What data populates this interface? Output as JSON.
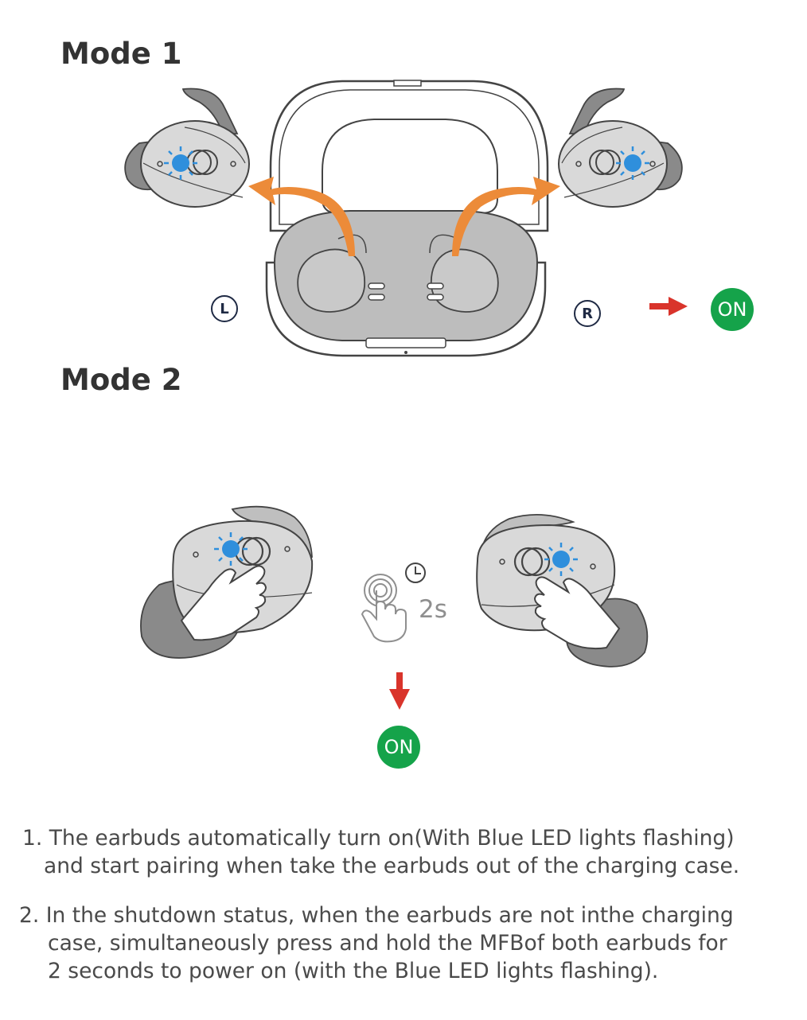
{
  "modes": [
    {
      "title": "Mode 1"
    },
    {
      "title": "Mode 2"
    }
  ],
  "side_labels": {
    "left": "L",
    "right": "R"
  },
  "status": {
    "on_label": "ON"
  },
  "hold": {
    "duration": "2s"
  },
  "colors": {
    "led_blue": "#2f8fdc",
    "arrow_orange": "#ec8b39",
    "arrow_red": "#d9342b",
    "on_green": "#15a34a",
    "earbud_gray": "#d9d9d9",
    "tip_gray": "#8a8a8a"
  },
  "icons": [
    "clock-icon",
    "press-finger-icon",
    "hand-press-icon",
    "led-flash-icon"
  ],
  "instructions": [
    {
      "line1": "1. The earbuds automatically turn on(With Blue LED lights flashing)",
      "line2": "and start pairing when take the earbuds out of the charging case."
    },
    {
      "line1": "2. In the shutdown status, when the earbuds are not inthe charging",
      "line2": "case, simultaneously press and hold the MFBof both earbuds for",
      "line3": "2 seconds to power on (with the Blue LED lights flashing)."
    }
  ]
}
